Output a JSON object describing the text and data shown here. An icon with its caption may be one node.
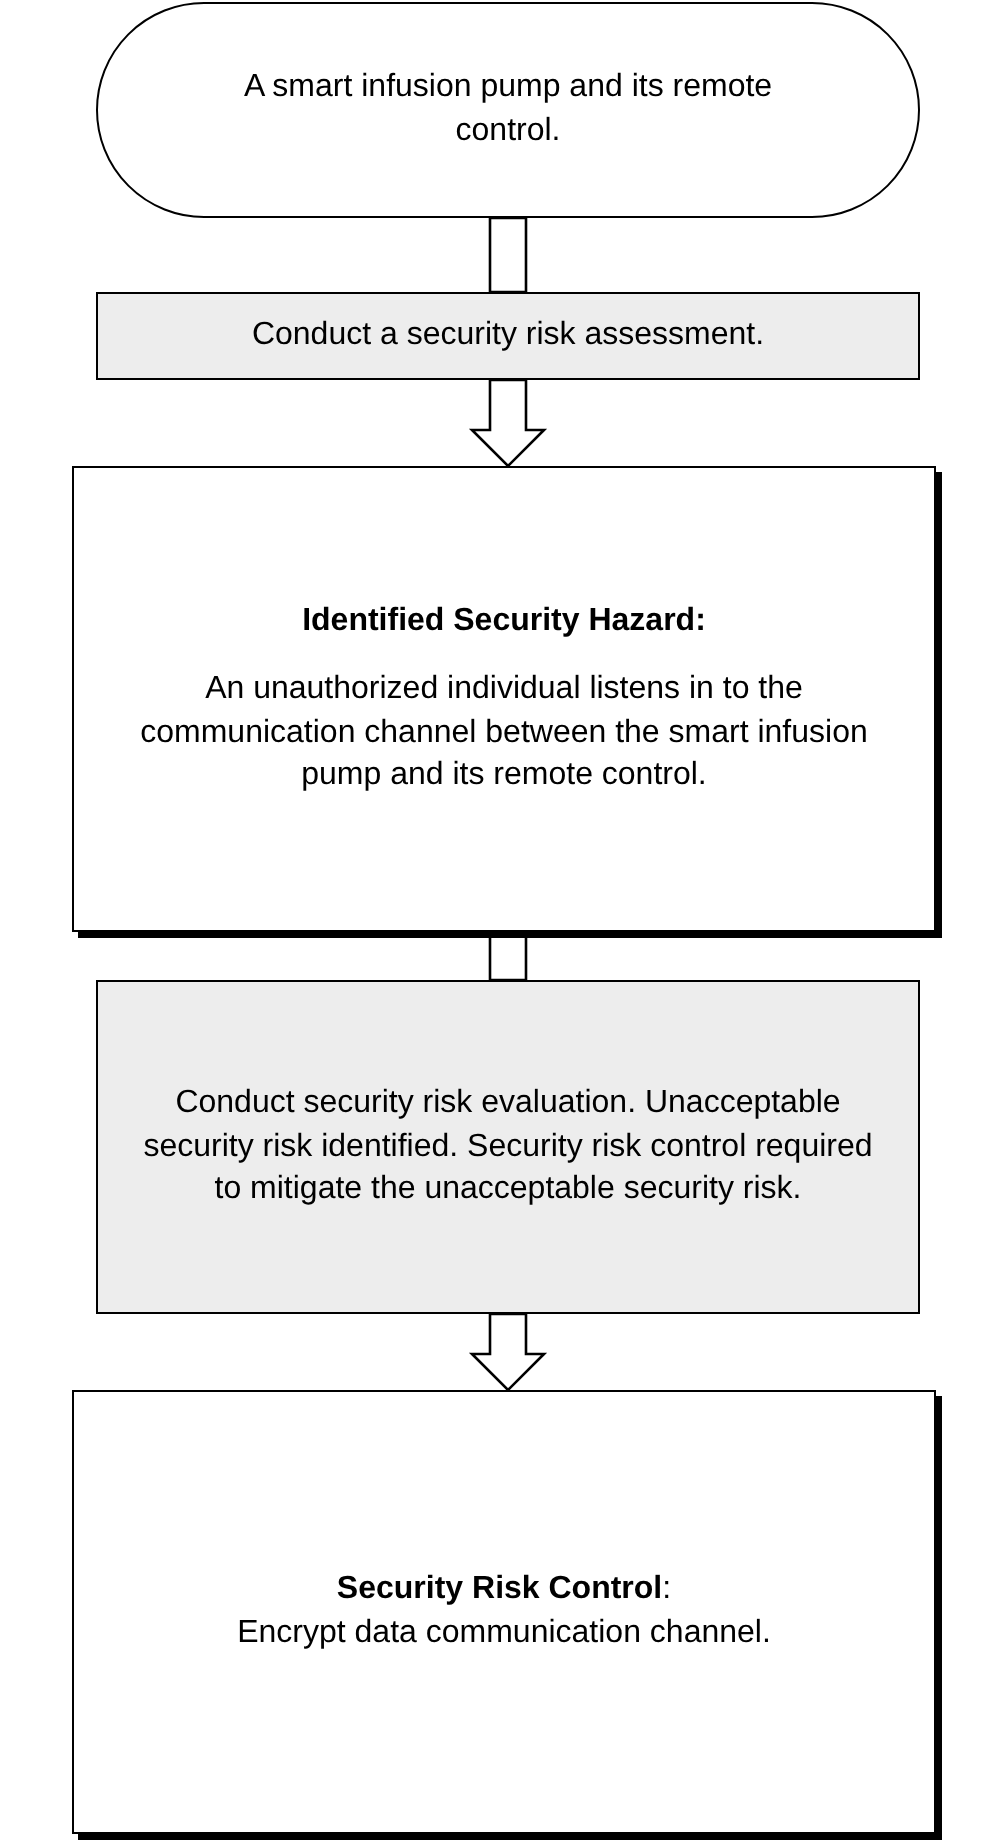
{
  "diagram": {
    "nodes": [
      {
        "text": [
          "A smart infusion pump and its remote control."
        ]
      },
      {
        "text": [
          "Conduct a security risk assessment."
        ]
      },
      {
        "text": [
          "Identified Security Hazard:",
          "An unauthorized individual listens in to the communication channel between the smart infusion pump and its remote control."
        ]
      },
      {
        "text": [
          "Conduct security risk evaluation. Unacceptable security risk identified. Security risk control required to mitigate the unacceptable security risk."
        ]
      },
      {
        "text": [
          "**Security Risk Control**:",
          "Encrypt data communication channel."
        ]
      }
    ],
    "edges": [
      {
        "from": 0,
        "to": 1,
        "arrow": "none"
      },
      {
        "from": 1,
        "to": 2,
        "arrow": "to"
      },
      {
        "from": 2,
        "to": 3,
        "arrow": "none"
      },
      {
        "from": 3,
        "to": 4,
        "arrow": "to"
      }
    ]
  }
}
